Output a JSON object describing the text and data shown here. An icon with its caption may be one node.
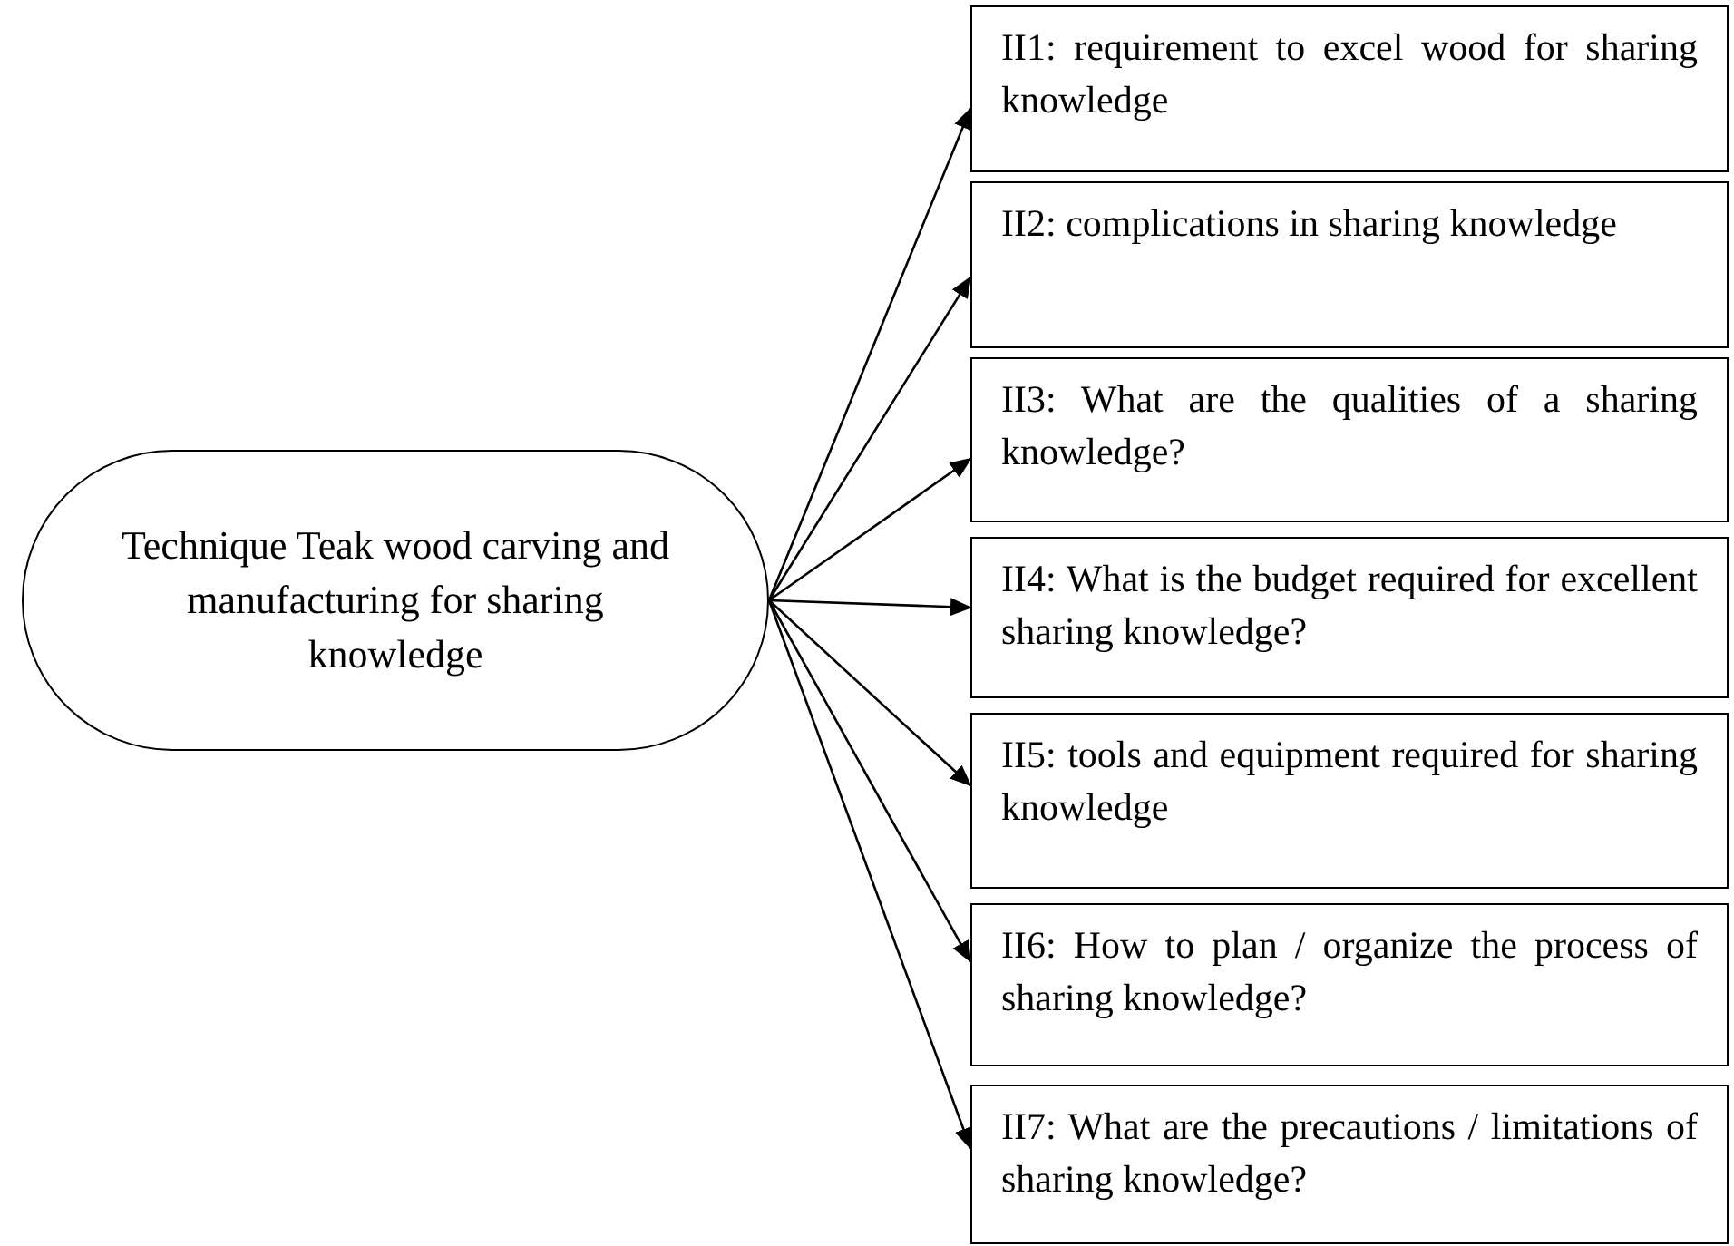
{
  "diagram": {
    "nodes": [
      {
        "text": [
          "Technique Teak wood carving and manufacturing for sharing knowledge"
        ]
      },
      {
        "text": [
          "II1: requirement to excel wood for sharing knowledge"
        ]
      },
      {
        "text": [
          "II2: complications in sharing knowledge"
        ]
      },
      {
        "text": [
          "II3: What are the qualities of a sharing knowledge?"
        ]
      },
      {
        "text": [
          "II4: What is the budget required for excellent sharing knowledge?"
        ]
      },
      {
        "text": [
          "II5: tools and equipment required for sharing knowledge"
        ]
      },
      {
        "text": [
          "II6: How to plan / organize the process of sharing knowledge?"
        ]
      },
      {
        "text": [
          "II7: What are the precautions / limitations of sharing knowledge?"
        ]
      }
    ],
    "edges": [
      {
        "from": 0,
        "to": 1,
        "arrow": "to"
      },
      {
        "from": 0,
        "to": 2,
        "arrow": "to"
      },
      {
        "from": 0,
        "to": 3,
        "arrow": "to"
      },
      {
        "from": 0,
        "to": 4,
        "arrow": "to"
      },
      {
        "from": 0,
        "to": 5,
        "arrow": "to"
      },
      {
        "from": 0,
        "to": 6,
        "arrow": "to"
      },
      {
        "from": 0,
        "to": 7,
        "arrow": "to"
      }
    ]
  }
}
